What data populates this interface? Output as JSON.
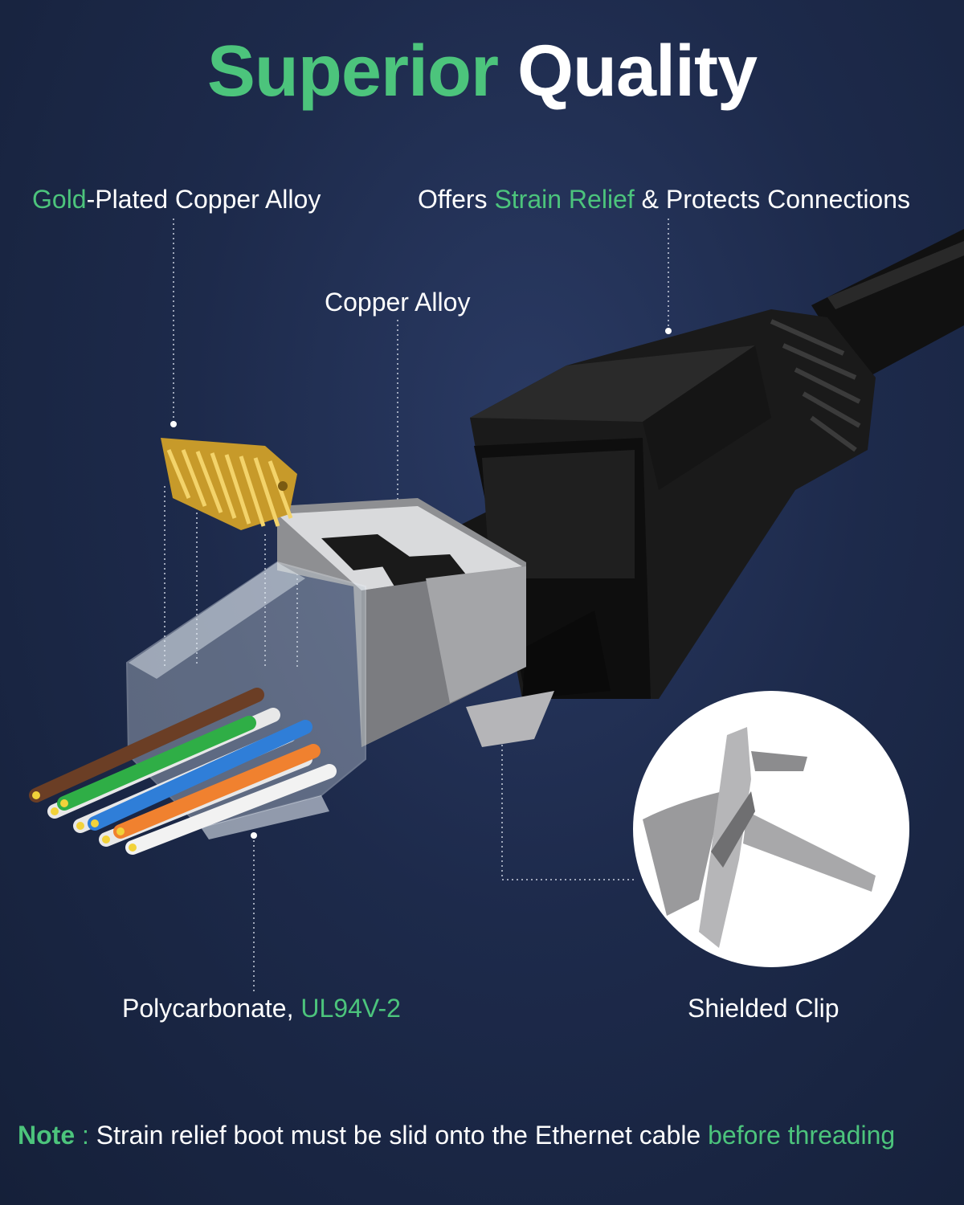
{
  "title": {
    "part1": "Superior",
    "part2": "Quality"
  },
  "labels": {
    "gold_plated": {
      "highlight": "Gold",
      "rest": "-Plated Copper Alloy"
    },
    "strain_relief": {
      "pre": "Offers ",
      "highlight": "Strain Relief",
      "post": " & Protects Connections"
    },
    "copper_alloy": "Copper Alloy",
    "polycarbonate": {
      "pre": "Polycarbonate, ",
      "highlight": "UL94V-2"
    },
    "shielded_clip": "Shielded Clip"
  },
  "note": {
    "label": "Note",
    "separator": " : ",
    "text": "Strain relief boot must be slid onto the Ethernet cable ",
    "highlight": "before threading"
  },
  "colors": {
    "accent": "#4cc47c",
    "background": "#1d2a4b",
    "text": "#ffffff"
  }
}
